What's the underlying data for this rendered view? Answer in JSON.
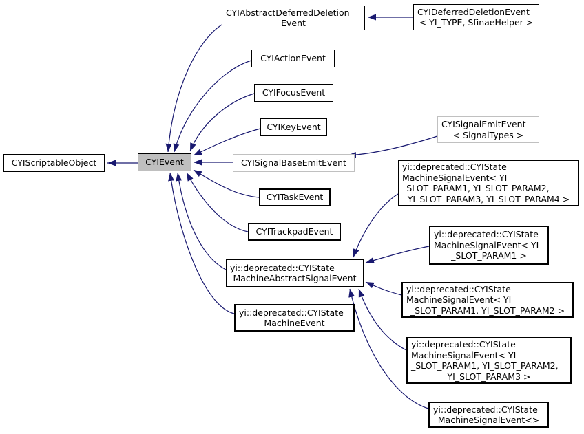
{
  "diagram": {
    "kind": "class-inheritance-graph",
    "colors": {
      "background": "#ffffff",
      "edge": "#191970",
      "node_fill": "#ffffff",
      "highlighted_node_fill": "#bfbfbf",
      "node_border": "#000000",
      "undocumented_node_border": "#c0c0c0",
      "text": "#000000"
    },
    "nodes": {
      "scriptable_object": {
        "label": "CYIScriptableObject",
        "lines": [
          "CYIScriptableObject"
        ]
      },
      "event": {
        "label": "CYIEvent",
        "lines": [
          "CYIEvent"
        ],
        "highlighted": true
      },
      "abstract_deferred": {
        "label": "CYIAbstractDeferredDeletionEvent",
        "lines": [
          "CYIAbstractDeferredDeletion",
          "Event"
        ]
      },
      "deferred_deletion": {
        "label": "CYIDeferredDeletionEvent< YI_TYPE, SfinaeHelper >",
        "lines": [
          "CYIDeferredDeletionEvent",
          "< YI_TYPE, SfinaeHelper >"
        ]
      },
      "action": {
        "label": "CYIActionEvent",
        "lines": [
          "CYIActionEvent"
        ]
      },
      "focus": {
        "label": "CYIFocusEvent",
        "lines": [
          "CYIFocusEvent"
        ]
      },
      "key": {
        "label": "CYIKeyEvent",
        "lines": [
          "CYIKeyEvent"
        ]
      },
      "signal_emit": {
        "label": "CYISignalEmitEvent< SignalTypes >",
        "lines": [
          "CYISignalEmitEvent",
          "< SignalTypes >"
        ]
      },
      "signal_base": {
        "label": "CYISignalBaseEmitEvent",
        "lines": [
          "CYISignalBaseEmitEvent"
        ]
      },
      "sig4": {
        "label": "yi::deprecated::CYIStateMachineSignalEvent< YI_SLOT_PARAM1, YI_SLOT_PARAM2, YI_SLOT_PARAM3, YI_SLOT_PARAM4 >",
        "lines": [
          "yi::deprecated::CYIState",
          "MachineSignalEvent< YI",
          "_SLOT_PARAM1, YI_SLOT_PARAM2,",
          "YI_SLOT_PARAM3, YI_SLOT_PARAM4 >"
        ]
      },
      "sig1": {
        "label": "yi::deprecated::CYIStateMachineSignalEvent< YI_SLOT_PARAM1 >",
        "lines": [
          "yi::deprecated::CYIState",
          "MachineSignalEvent< YI",
          "_SLOT_PARAM1 >"
        ]
      },
      "task": {
        "label": "CYITaskEvent",
        "lines": [
          "CYITaskEvent"
        ]
      },
      "trackpad": {
        "label": "CYITrackpadEvent",
        "lines": [
          "CYITrackpadEvent"
        ]
      },
      "abstract_signal": {
        "label": "yi::deprecated::CYIStateMachineAbstractSignalEvent",
        "lines": [
          "yi::deprecated::CYIState",
          "MachineAbstractSignalEvent"
        ]
      },
      "sig2": {
        "label": "yi::deprecated::CYIStateMachineSignalEvent< YI_SLOT_PARAM1, YI_SLOT_PARAM2 >",
        "lines": [
          "yi::deprecated::CYIState",
          "MachineSignalEvent< YI",
          "_SLOT_PARAM1, YI_SLOT_PARAM2 >"
        ]
      },
      "machine_event": {
        "label": "yi::deprecated::CYIStateMachineEvent",
        "lines": [
          "yi::deprecated::CYIState",
          "MachineEvent"
        ]
      },
      "sig3": {
        "label": "yi::deprecated::CYIStateMachineSignalEvent< YI_SLOT_PARAM1, YI_SLOT_PARAM2, YI_SLOT_PARAM3 >",
        "lines": [
          "yi::deprecated::CYIState",
          "MachineSignalEvent< YI",
          "_SLOT_PARAM1, YI_SLOT_PARAM2,",
          "YI_SLOT_PARAM3 >"
        ]
      },
      "sig0": {
        "label": "yi::deprecated::CYIStateMachineSignalEvent<>",
        "lines": [
          "yi::deprecated::CYIState",
          "MachineSignalEvent<>"
        ]
      }
    },
    "edges": [
      {
        "from": "event",
        "to": "scriptable_object"
      },
      {
        "from": "abstract_deferred",
        "to": "event"
      },
      {
        "from": "action",
        "to": "event"
      },
      {
        "from": "focus",
        "to": "event"
      },
      {
        "from": "key",
        "to": "event"
      },
      {
        "from": "signal_base",
        "to": "event"
      },
      {
        "from": "task",
        "to": "event"
      },
      {
        "from": "trackpad",
        "to": "event"
      },
      {
        "from": "abstract_signal",
        "to": "event"
      },
      {
        "from": "machine_event",
        "to": "event"
      },
      {
        "from": "deferred_deletion",
        "to": "abstract_deferred"
      },
      {
        "from": "signal_emit",
        "to": "signal_base"
      },
      {
        "from": "sig4",
        "to": "abstract_signal"
      },
      {
        "from": "sig1",
        "to": "abstract_signal"
      },
      {
        "from": "sig2",
        "to": "abstract_signal"
      },
      {
        "from": "sig3",
        "to": "abstract_signal"
      },
      {
        "from": "sig0",
        "to": "abstract_signal"
      }
    ]
  }
}
